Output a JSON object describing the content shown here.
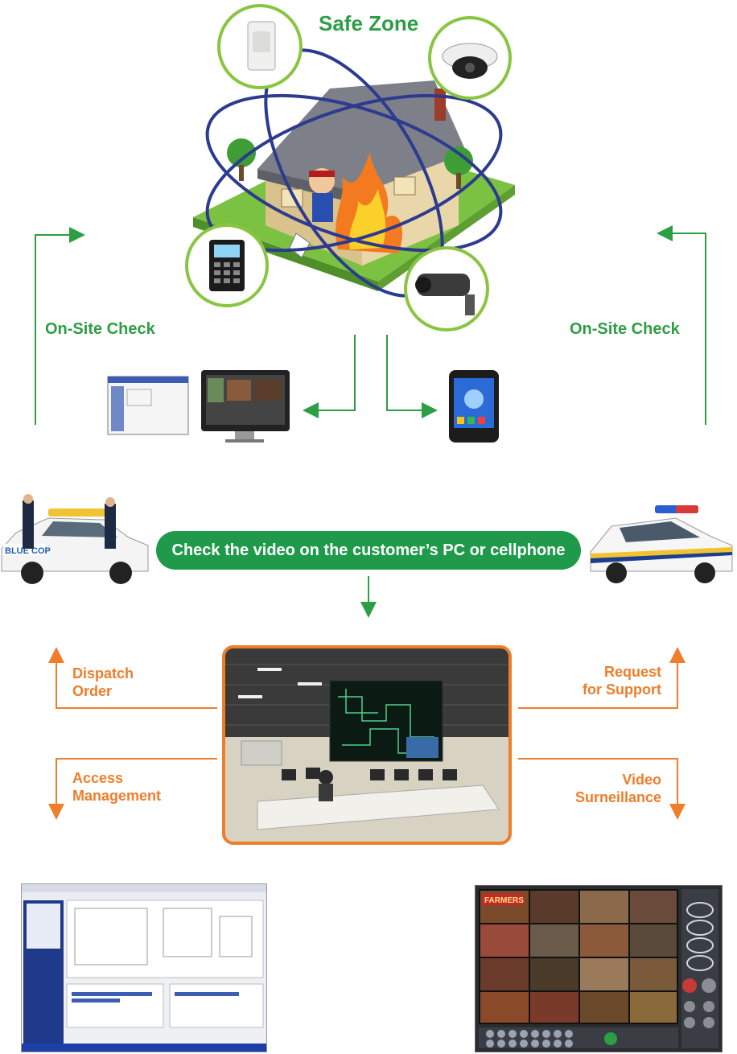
{
  "diagram": {
    "safe_zone_title": "Safe Zone",
    "on_site_check_left": "On-Site Check",
    "on_site_check_right": "On-Site Check",
    "check_video_banner": "Check the video on the customer’s PC or cellphone",
    "dispatch_order_line1": "Dispatch",
    "dispatch_order_line2": "Order",
    "access_management_line1": "Access",
    "access_management_line2": "Management",
    "request_support_line1": "Request",
    "request_support_line2": "for Support",
    "video_surveillance_line1": "Video",
    "video_surveillance_line2": "Surneillance",
    "car_left_logo": "BLUE COP",
    "dvr_brand": "FARMERS"
  },
  "colors": {
    "green": "#2e9e45",
    "orange": "#ef7d2a",
    "navy": "#2c3b8f",
    "pill_green": "#1f9a4a"
  },
  "icons": [
    "motion-sensor-icon",
    "dome-camera-icon",
    "fingerprint-reader-icon",
    "bullet-camera-icon",
    "house-illustration",
    "pc-monitor-icon",
    "smartphone-icon",
    "security-car-icon",
    "police-car-icon",
    "control-room-photo",
    "access-software-screenshot",
    "dvr-screen-screenshot"
  ]
}
